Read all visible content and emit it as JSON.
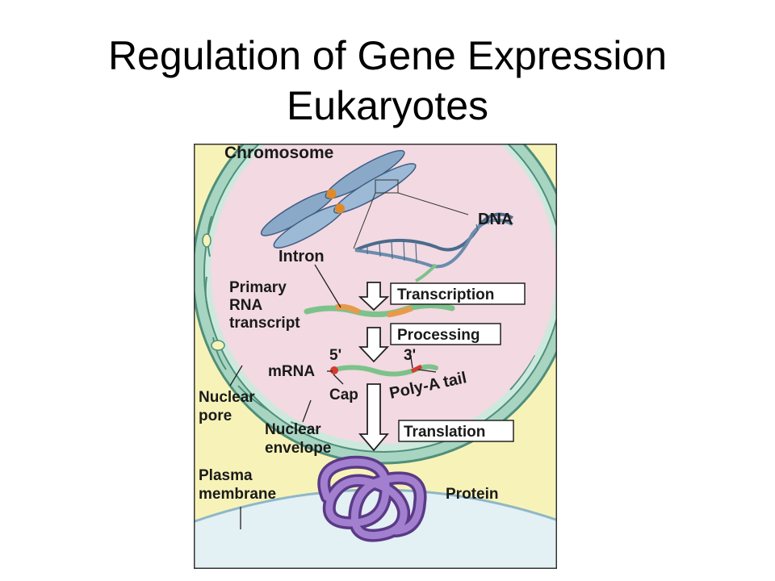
{
  "slide": {
    "title_line1": "Regulation of Gene Expression",
    "title_line2": "Eukaryotes"
  },
  "diagram": {
    "labels": {
      "chromosome": "Chromosome",
      "dna": "DNA",
      "intron": "Intron",
      "primary_1": "Primary",
      "primary_2": "RNA",
      "primary_3": "transcript",
      "transcription": "Transcription",
      "processing": "Processing",
      "five_prime": "5'",
      "three_prime": "3'",
      "mrna": "mRNA",
      "cap": "Cap",
      "poly_a": "Poly-A tail",
      "nuclear_pore_1": "Nuclear",
      "nuclear_pore_2": "pore",
      "nuclear_env_1": "Nuclear",
      "nuclear_env_2": "envelope",
      "translation": "Translation",
      "plasma_1": "Plasma",
      "plasma_2": "membrane",
      "protein": "Protein"
    },
    "colors": {
      "cytoplasm": "#f7f3b8",
      "nucleus": "#f2d9e2",
      "envelope": "#8fc7b1",
      "envelope_dark": "#4f8f7a",
      "chromosome": "#8aa9c9",
      "centromere": "#e08a2a",
      "exon": "#7cc28a",
      "intron": "#e89a4a",
      "protein": "#8a5fb5",
      "protein_dark": "#5a3a86"
    }
  }
}
